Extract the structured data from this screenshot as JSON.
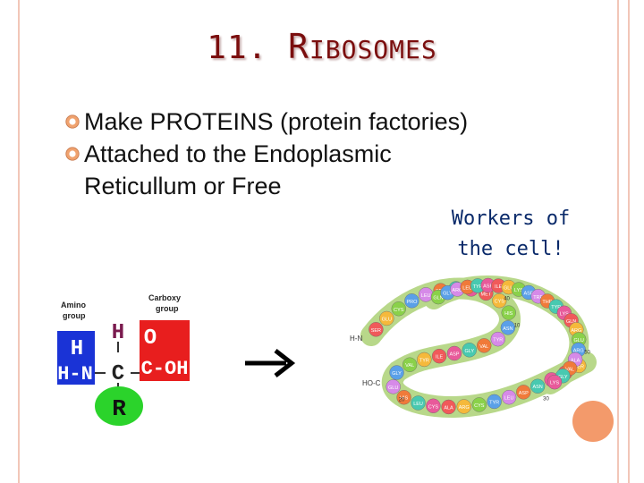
{
  "title": {
    "number": "11.",
    "word_first": "R",
    "word_rest": "IBOSOMES"
  },
  "bullets": [
    {
      "text": "Make PROTEINS (protein factories)"
    },
    {
      "text": "Attached to the Endoplasmic",
      "continuation": "Reticullum or Free"
    }
  ],
  "caption": {
    "line1": "Workers of",
    "line2": "the cell!"
  },
  "amino_acid_figure": {
    "amino_label_1": "Amino",
    "amino_label_2": "group",
    "carboxy_label_1": "Carboxy",
    "carboxy_label_2": "group",
    "h_blue": "H",
    "hn_blue": "H-N",
    "h_center": "H",
    "c_center": "C",
    "o_red": "O",
    "cooh_red": "C-OH",
    "r_group": "R",
    "colors": {
      "amino": "#1a33d6",
      "carboxy": "#e81e1e",
      "r": "#2bd32b",
      "center_h": "#7a1a4e"
    }
  },
  "arrow_icon": "right-arrow-icon",
  "protein_chain": {
    "start_label": "H-N",
    "end_label": "HO-C",
    "residues": [
      "SER",
      "GLU",
      "CYS",
      "PRO",
      "LEU",
      "SER",
      "ARG",
      "SER",
      "MET",
      "CYS",
      "HIS",
      "ASN",
      "TYR",
      "VAL",
      "GLY",
      "ASP",
      "ILE",
      "TYR",
      "VAL",
      "GLY",
      "GLU",
      "HIS",
      "LEU",
      "CYS",
      "ALA",
      "ARG",
      "CYS",
      "TYR",
      "LEU",
      "ASP",
      "ASN",
      "ILE",
      "ALA",
      "SER",
      "GLN",
      "GLY",
      "ARG",
      "LEU",
      "TYR",
      "ASP",
      "ILE",
      "GLU",
      "LYS",
      "ASP",
      "TRP",
      "THR",
      "TYR",
      "LYS",
      "GLN",
      "ARG",
      "GLU",
      "ARG",
      "ALA",
      "VAL",
      "GLY",
      "LYS"
    ],
    "numbers": [
      "10",
      "20",
      "30",
      "40",
      "50"
    ]
  }
}
